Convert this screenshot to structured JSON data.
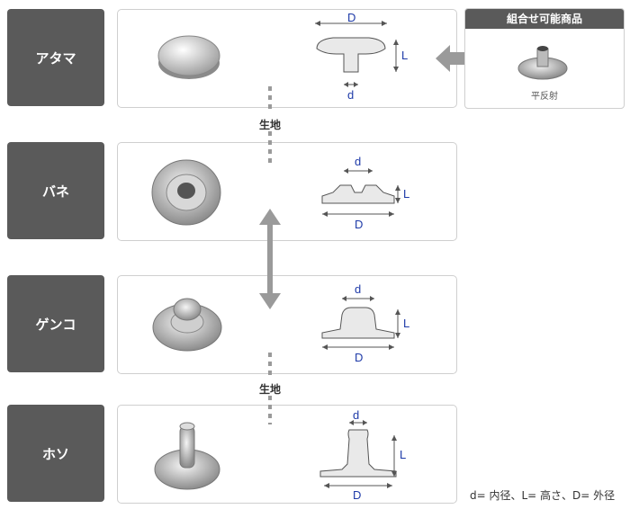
{
  "parts": [
    {
      "label": "アタマ"
    },
    {
      "label": "バネ"
    },
    {
      "label": "ゲンコ"
    },
    {
      "label": "ホソ"
    }
  ],
  "dimension_labels": {
    "d": "d",
    "L": "L",
    "D": "D"
  },
  "fabric_label": "生地",
  "compatible": {
    "title": "組合せ可能商品",
    "caption": "平反射"
  },
  "legend": "d= 内径、L= 高さ、D= 外径",
  "colors": {
    "label_bg": "#5a5a5a",
    "dimension": "#1e3aa8",
    "arrow": "#9a9a9a"
  }
}
